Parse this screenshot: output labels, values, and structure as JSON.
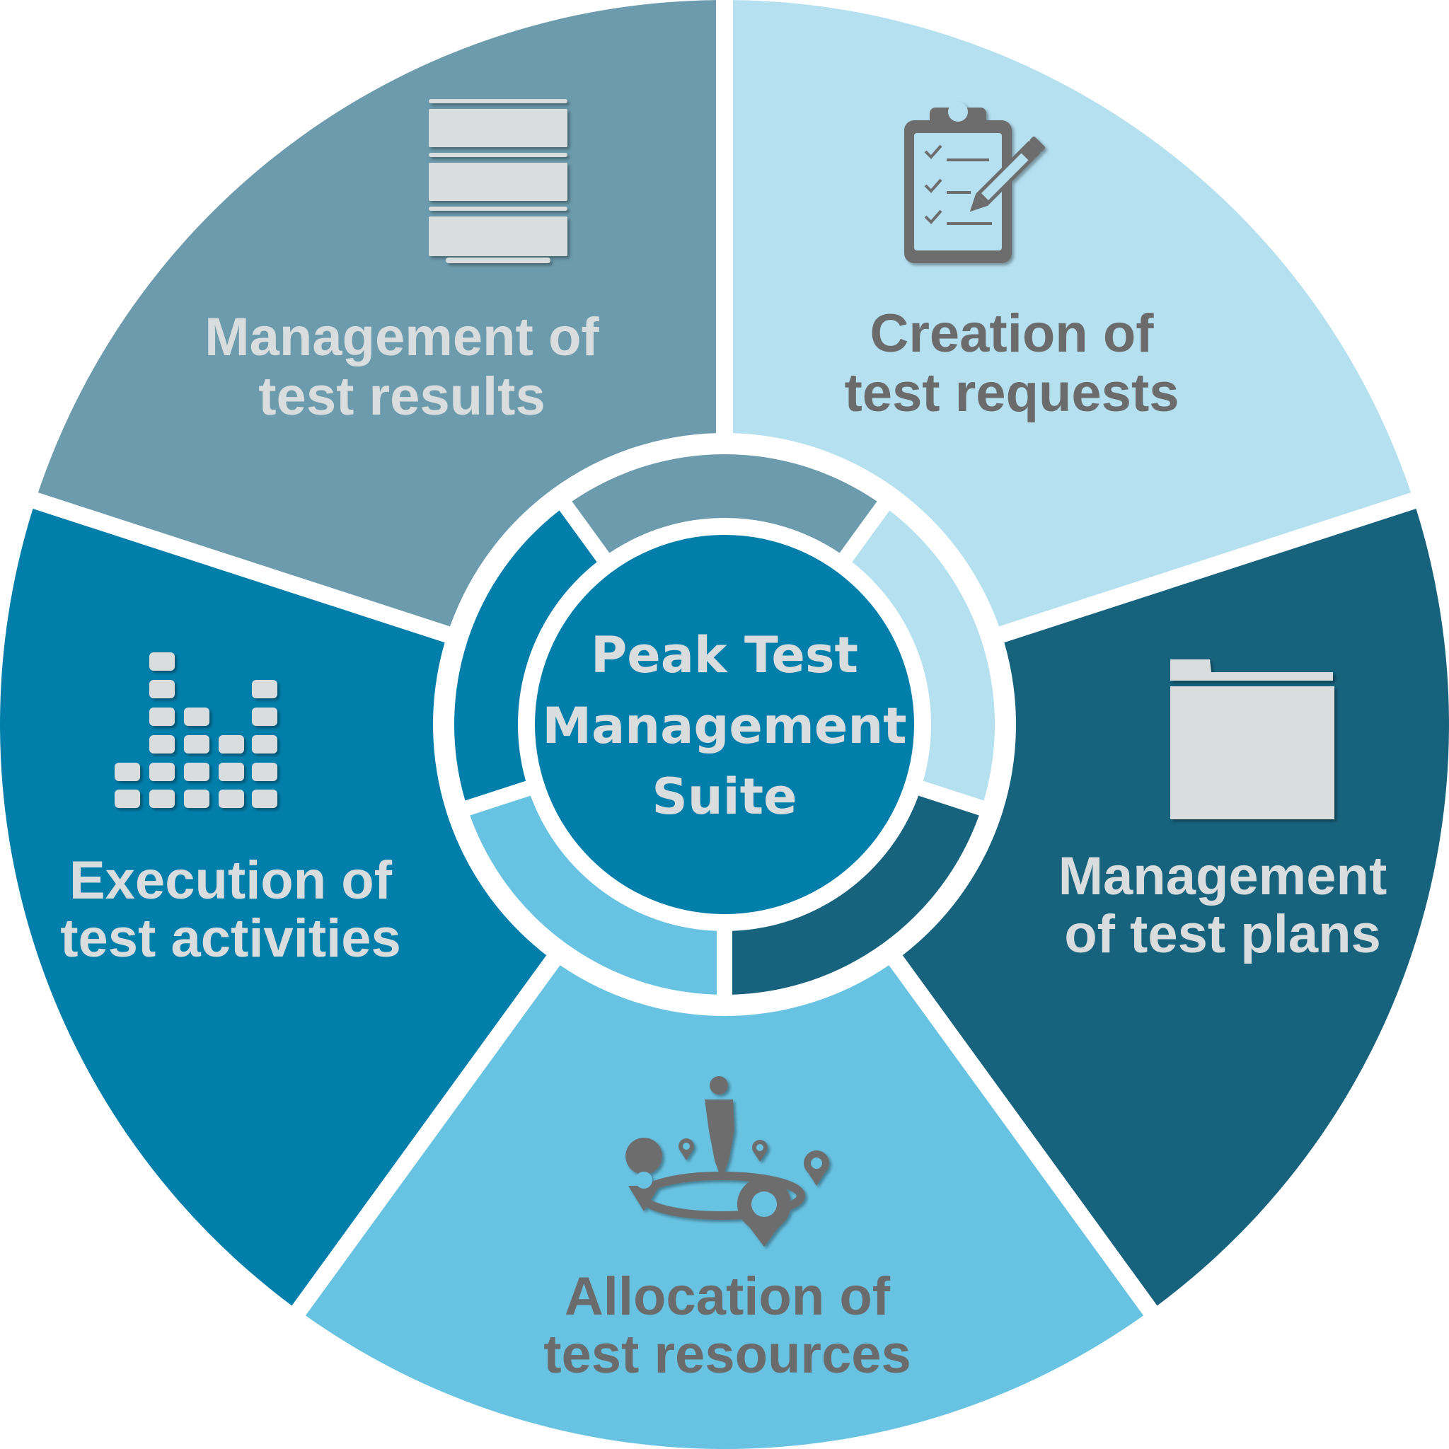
{
  "colors": {
    "results": "#6b9bac",
    "requests": "#b5e0f0",
    "plans": "#17627d",
    "resources": "#68c3e3",
    "activities": "#027eab",
    "center": "#027eab",
    "light_text": "#d9dddd",
    "dark_text": "#6b6b6b",
    "icon_light": "#d9dddd",
    "icon_dark": "#6d6d6d"
  },
  "center": {
    "line1": "Peak Test",
    "line2": "Management",
    "line3": "Suite"
  },
  "segments": {
    "results": {
      "line1": "Management of",
      "line2": "test results",
      "icon": "database-icon"
    },
    "requests": {
      "line1": "Creation of",
      "line2": "test requests",
      "icon": "clipboard-checklist-icon"
    },
    "plans": {
      "line1": "Management",
      "line2": "of test plans",
      "icon": "folder-icon"
    },
    "resources": {
      "line1": "Allocation of",
      "line2": "test resources",
      "icon": "resource-allocation-icon"
    },
    "activities": {
      "line1": "Execution of",
      "line2": "test activities",
      "icon": "bar-equalizer-icon"
    }
  }
}
